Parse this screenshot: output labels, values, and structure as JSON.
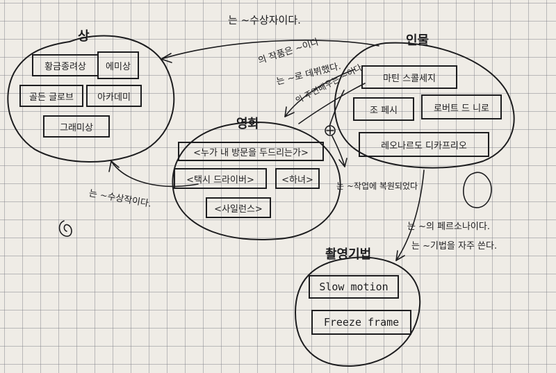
{
  "nodes": {
    "awards": {
      "title": "상",
      "items": [
        "황금종려상",
        "에미상",
        "골든 글로브",
        "아카데미",
        "그래미상"
      ]
    },
    "film": {
      "title": "영화",
      "items": [
        "<누가 내 방문을 두드리는가>",
        "<택시 드라이버>",
        "<하녀>",
        "<사일런스>"
      ]
    },
    "people": {
      "title": "인물",
      "items": [
        "마틴 스콜세지",
        "조 페시",
        "로버트 드 니로",
        "레오나르도 디카프리오"
      ]
    },
    "technique": {
      "title": "촬영기법",
      "items": [
        "Slow motion",
        "Freeze frame"
      ]
    }
  },
  "annotations": {
    "people_to_awards": "는 ~수상자이다.",
    "film_to_awards": "는 ~수상작이다.",
    "people_to_film_director": "의 작품은 ~이다",
    "people_to_film_debut": "는 ~로 데뷔했다.",
    "people_to_film_lead": "의 주연배우는 ~이다",
    "film_to_people": "는 ~작업에 복원되었다",
    "people_to_technique_1": "는 ~의 페르소나이다.",
    "people_to_technique_2": "는 ~기법을 자주 쓴다."
  }
}
